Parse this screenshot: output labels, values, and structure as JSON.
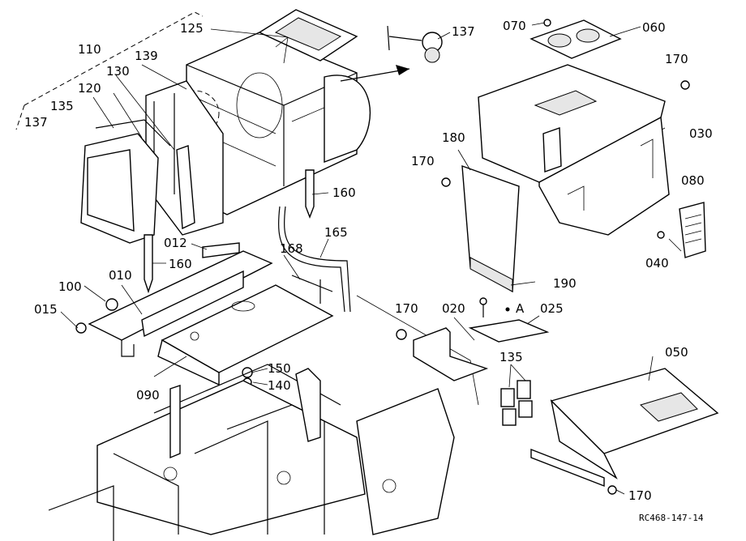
{
  "labels": {
    "l110": "110",
    "l125": "125",
    "l137a": "137",
    "l137b": "137",
    "l139": "139",
    "l120": "120",
    "l130": "130",
    "l135a": "135",
    "l160a": "160",
    "l160b": "160",
    "l012": "012",
    "l168": "168",
    "l165": "165",
    "l010": "010",
    "l100": "100",
    "l015": "015",
    "l150": "150",
    "l140": "140",
    "l090": "090",
    "l070": "070",
    "l060": "060",
    "l170a": "170",
    "l180": "180",
    "l170b": "170",
    "l030": "030",
    "l080": "080",
    "l040": "040",
    "l190": "190",
    "l170c": "170",
    "l020": "020",
    "lA": "A",
    "l025": "025",
    "l135b": "135",
    "l050": "050",
    "l170d": "170"
  },
  "reference_code": "RC468-147-14",
  "colors": {
    "ink": "#000000",
    "paper": "#ffffff",
    "shade": "#e6e6e6"
  }
}
